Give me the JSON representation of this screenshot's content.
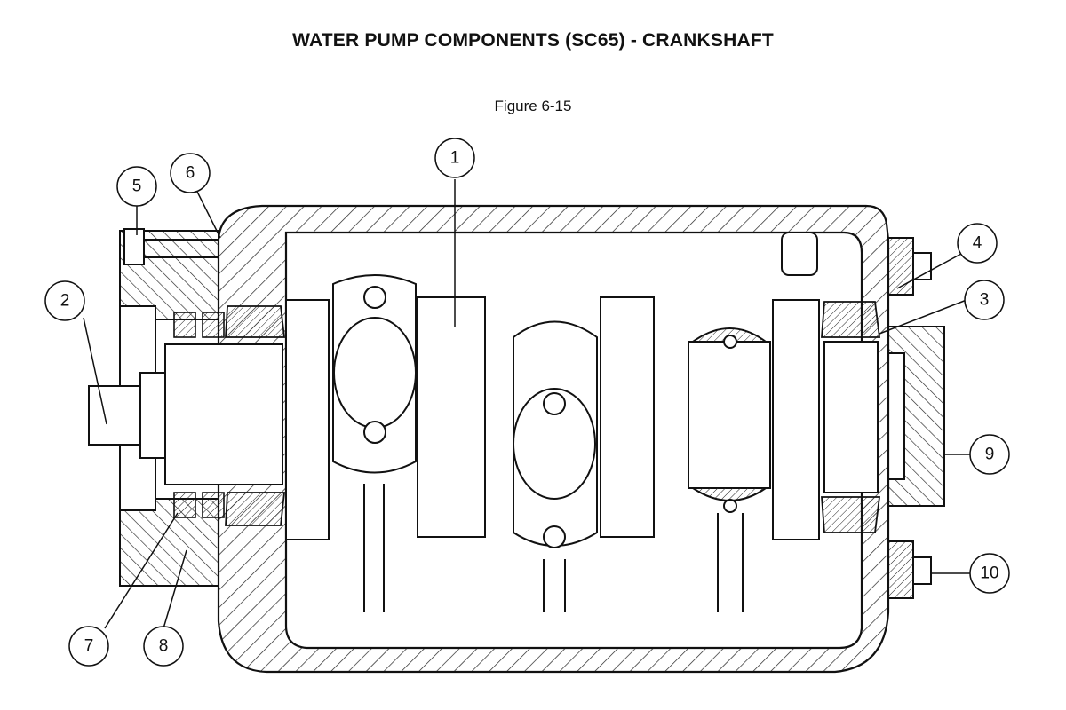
{
  "title": "WATER PUMP COMPONENTS (SC65) - CRANKSHAFT",
  "figure": "Figure 6-15",
  "callouts": {
    "c1": "1",
    "c2": "2",
    "c3": "3",
    "c4": "4",
    "c5": "5",
    "c6": "6",
    "c7": "7",
    "c8": "8",
    "c9": "9",
    "c10": "10"
  }
}
